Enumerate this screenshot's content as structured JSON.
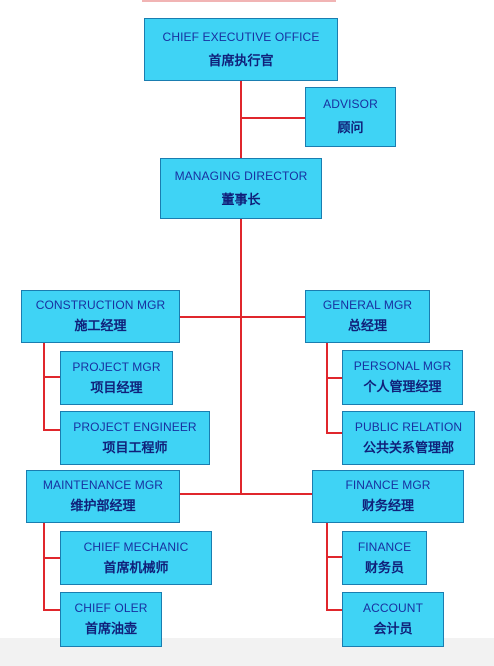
{
  "chart": {
    "nodes": {
      "ceo": {
        "en": "CHIEF EXECUTIVE OFFICE",
        "zh": "首席执行官"
      },
      "advisor": {
        "en": "ADVISOR",
        "zh": "顾问"
      },
      "md": {
        "en": "MANAGING DIRECTOR",
        "zh": "董事长"
      },
      "construction": {
        "en": "CONSTRUCTION MGR",
        "zh": "施工经理"
      },
      "general": {
        "en": "GENERAL MGR",
        "zh": "总经理"
      },
      "project_mgr": {
        "en": "PROJECT MGR",
        "zh": "项目经理"
      },
      "personal_mgr": {
        "en": "PERSONAL MGR",
        "zh": "个人管理经理"
      },
      "project_eng": {
        "en": "PROJECT ENGINEER",
        "zh": "项目工程师"
      },
      "public_rel": {
        "en": "PUBLIC RELATION",
        "zh": "公共关系管理部"
      },
      "maintenance": {
        "en": "MAINTENANCE MGR",
        "zh": "维护部经理"
      },
      "finance_mgr": {
        "en": "FINANCE MGR",
        "zh": "财务经理"
      },
      "chief_mech": {
        "en": "CHIEF MECHANIC",
        "zh": "首席机械师"
      },
      "finance": {
        "en": "FINANCE",
        "zh": "财务员"
      },
      "chief_oiler": {
        "en": "CHIEF OLER",
        "zh": "首席油壶"
      },
      "account": {
        "en": "ACCOUNT",
        "zh": "会计员"
      }
    },
    "colors": {
      "box_fill": "#3fd3f5",
      "box_border": "#1a7db0",
      "text": "#1830a0",
      "connector": "#e0262c"
    }
  }
}
